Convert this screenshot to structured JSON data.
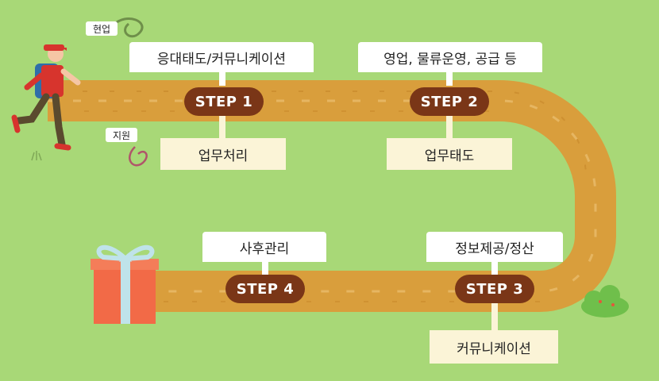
{
  "labels": {
    "tag_current": "현업",
    "tag_support": "지원"
  },
  "steps": [
    {
      "label": "STEP 1",
      "top": "응대태도/커뮤니케이션",
      "bottom": "업무처리"
    },
    {
      "label": "STEP 2",
      "top": "영업, 물류운영, 공급 등",
      "bottom": "업무태도"
    },
    {
      "label": "STEP 3",
      "top": "정보제공/정산",
      "bottom": "커뮤니케이션"
    },
    {
      "label": "STEP 4",
      "top": "사후관리"
    }
  ],
  "colors": {
    "background": "#a8d877",
    "road": "#d99e3c",
    "step_badge": "#7a3617",
    "gift_box": "#f26a47",
    "ribbon": "#bfe3ea"
  },
  "icons": [
    "person-walking-icon",
    "gift-box-icon",
    "bush-icon",
    "swirl-icon"
  ]
}
